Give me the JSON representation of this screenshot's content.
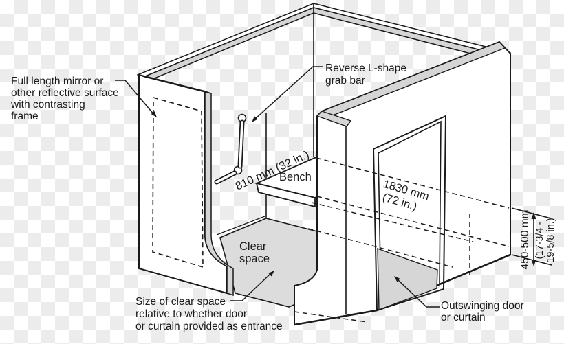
{
  "diagram": {
    "title": "Accessible shower stall isometric diagram",
    "labels": {
      "mirror_lines": [
        "Full length mirror or",
        "other reflective surface",
        "with contrasting",
        "frame"
      ],
      "grab_bar_lines": [
        "Reverse L-shape",
        "grab bar"
      ],
      "bench": "Bench",
      "clear_space_lines": [
        "Clear",
        "space"
      ],
      "clear_space_note_lines": [
        "Size of clear space",
        "relative to whether door",
        "or curtain provided as entrance"
      ],
      "door_lines": [
        "Outswinging door",
        "or curtain"
      ]
    },
    "dimensions": {
      "bench_width": "810 mm (32 in.)",
      "stall_length_lines": [
        "1830 mm",
        "(72 in.)"
      ],
      "bench_height_lines": [
        "450-500 mm",
        "(17-3/4 -",
        "19-5/8 in.)"
      ]
    },
    "colors": {
      "line": "#1a1a1a",
      "wall_edge_gray": "#d5d5d5",
      "floor_gray": "#dcdcdc",
      "door_gray": "#d6d6d6",
      "checker_gray": "#ececec",
      "checker_white": "#ffffff"
    }
  }
}
